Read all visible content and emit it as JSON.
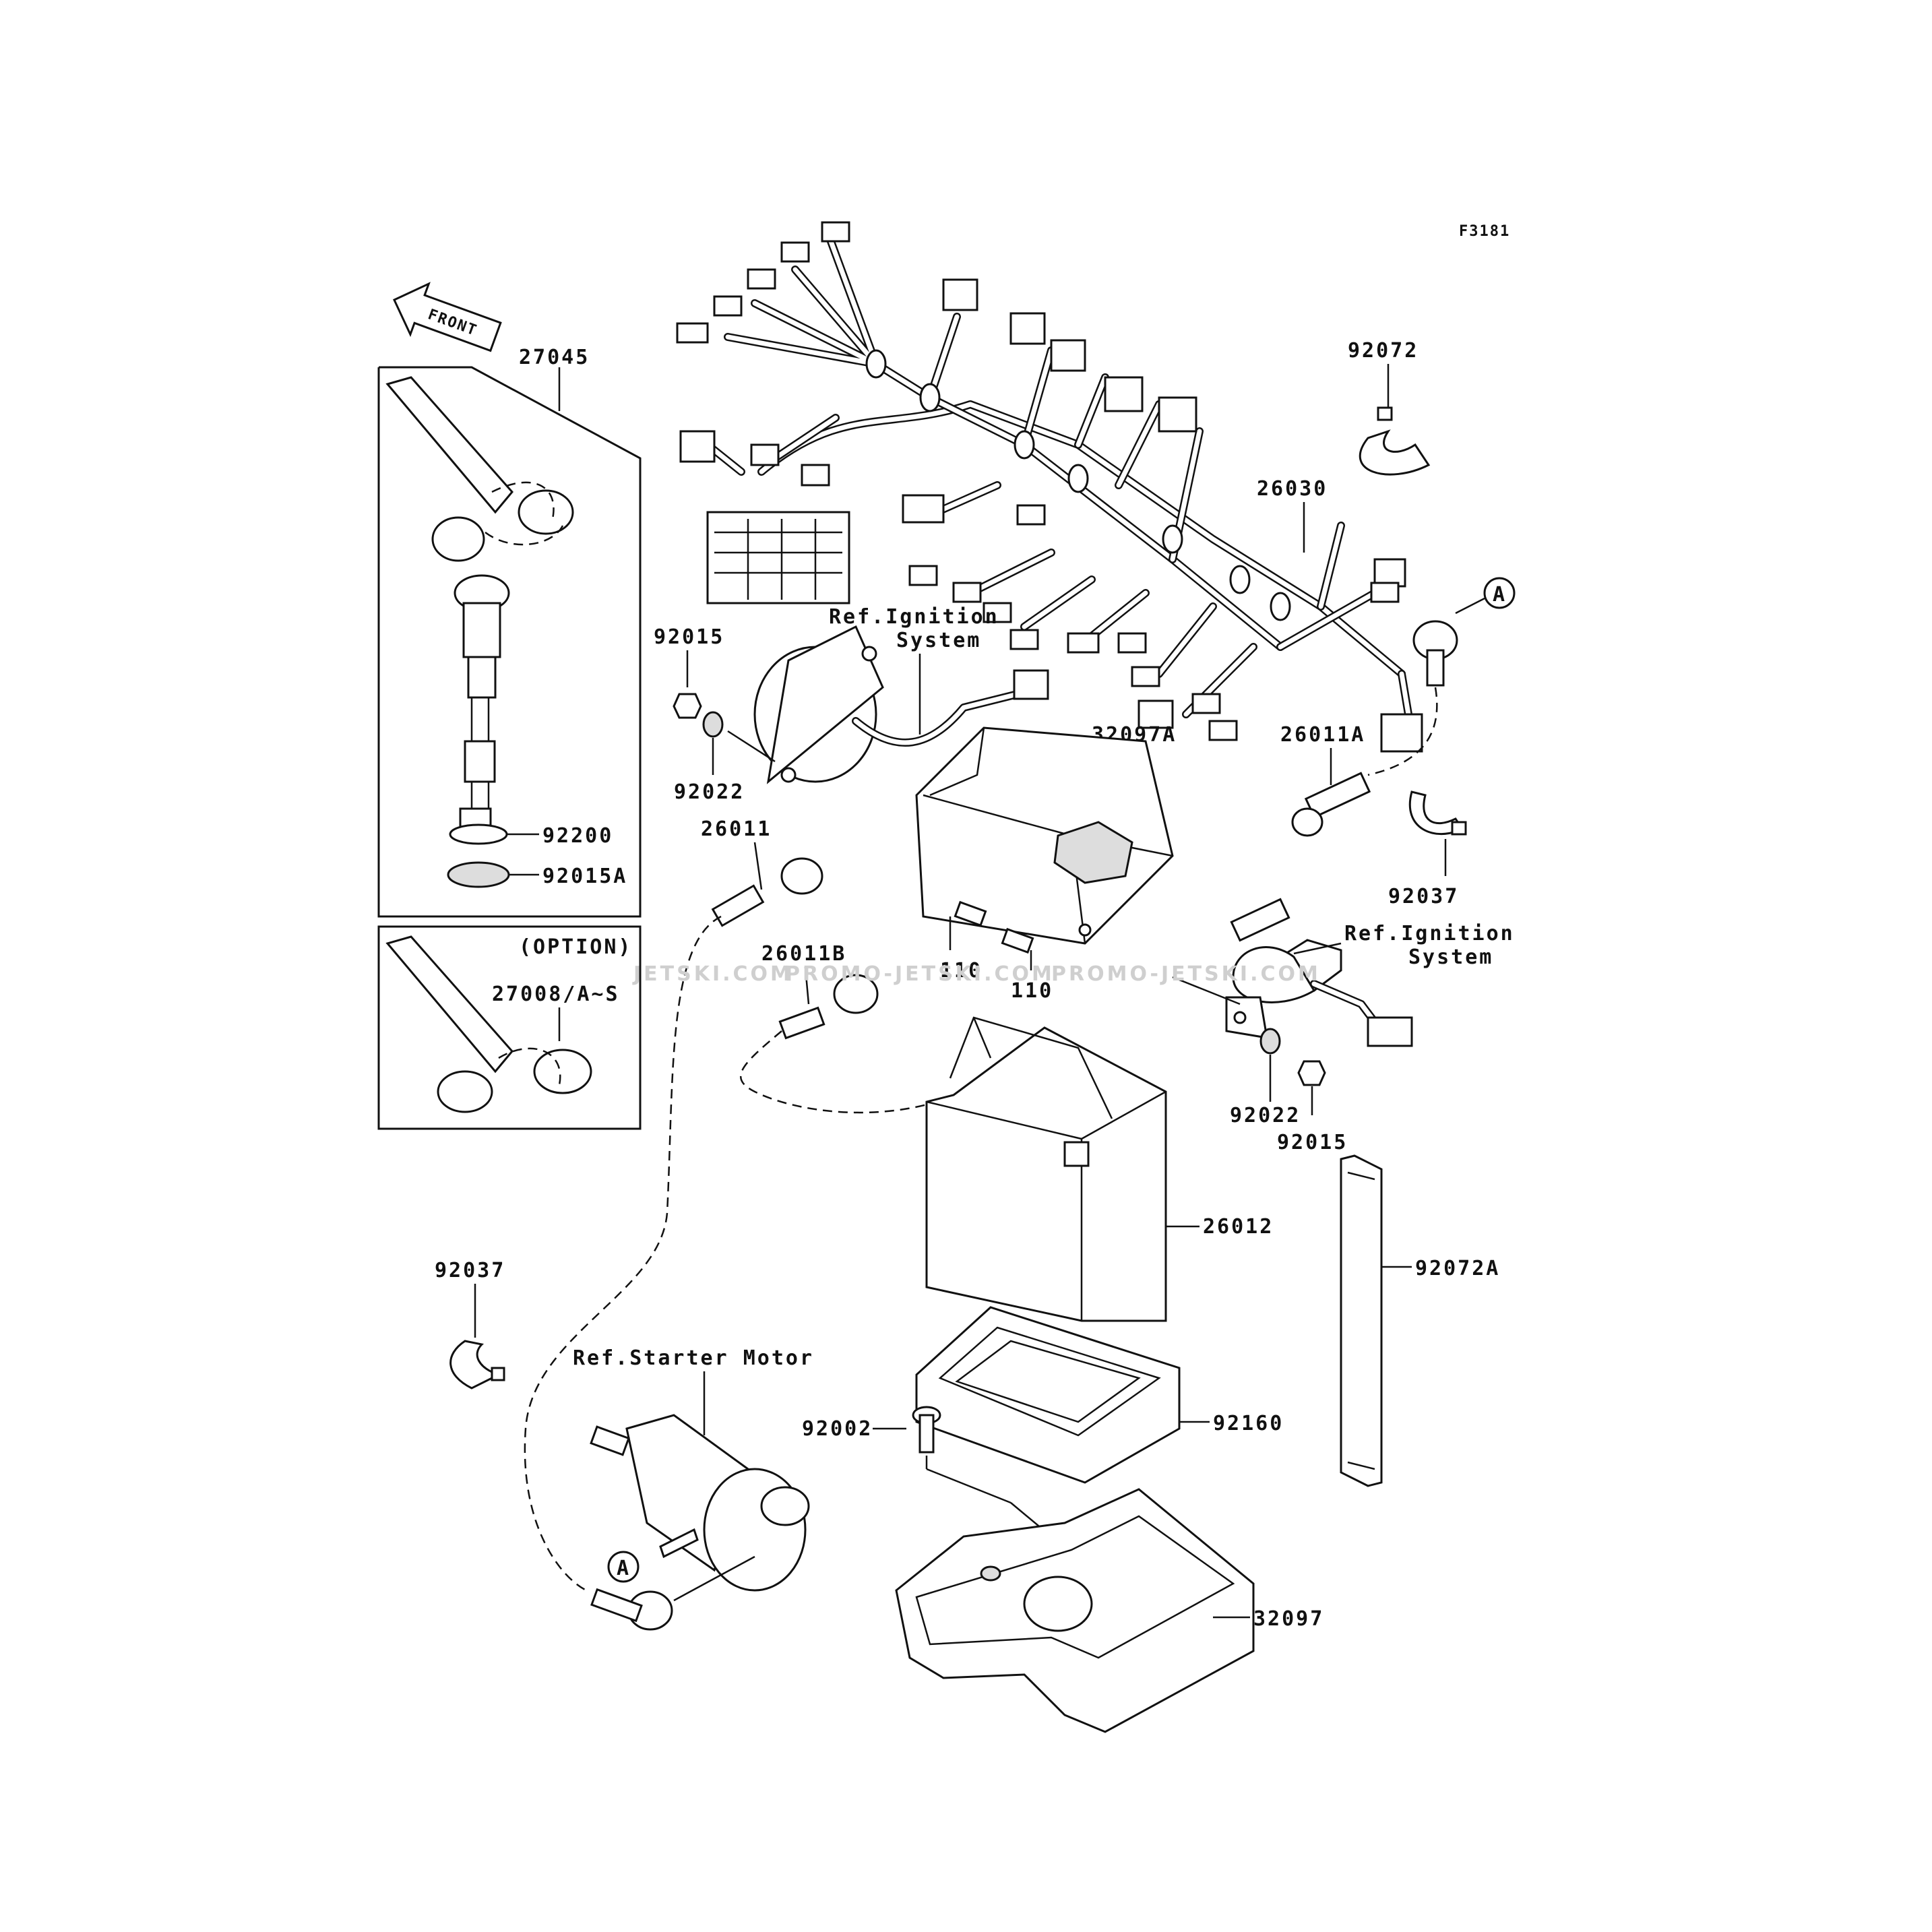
{
  "figure_code": "F3181",
  "front_arrow": "FRONT",
  "option_label": "(OPTION)",
  "refs": {
    "ignition_upper": [
      "Ref.Ignition",
      "System"
    ],
    "ignition_right": [
      "Ref.Ignition",
      "System"
    ],
    "starter": "Ref.Starter Motor"
  },
  "circle_marker": "A",
  "watermarks": [
    "JETSKI.COM",
    "PROMO-JETSKI.COM",
    "PROMO-JETSKI.COM"
  ],
  "parts": {
    "p27045": "27045",
    "p92200": "92200",
    "p92015A": "92015A",
    "p27008": "27008/A~S",
    "p92037_left": "92037",
    "p92015_upper": "92015",
    "p92022_upper": "92022",
    "p26011": "26011",
    "p26011B": "26011B",
    "p110_a": "110",
    "p110_b": "110",
    "p32097A": "32097A",
    "p26030": "26030",
    "p92072": "92072",
    "p26011A": "26011A",
    "p92037_right": "92037",
    "p92022_lower": "92022",
    "p92015_lower": "92015",
    "p26012": "26012",
    "p92072A": "92072A",
    "p92160": "92160",
    "p92002": "92002",
    "p32097": "32097"
  }
}
